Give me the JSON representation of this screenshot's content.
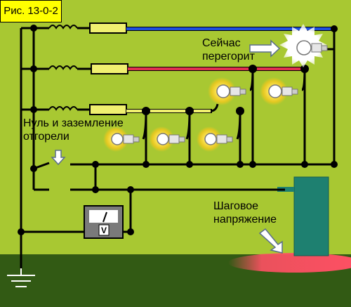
{
  "figure": {
    "caption": "Рис. 13-0-2"
  },
  "labels": {
    "burning_now": "Сейчас\nперегорит",
    "neutral_ground_burned": "Нуль и заземление\nотгорели",
    "step_voltage": "Шаговое\nнапряжение",
    "meter_unit": "V"
  },
  "colors": {
    "background": "#a8c832",
    "ground": "#325a14",
    "phase_blue": "#1e50dc",
    "phase_red": "#e03050",
    "phase_yellow": "#f0f070",
    "equipment": "#1e8070",
    "step_glow": "#ff5064",
    "caption_bg": "#ffff00"
  }
}
